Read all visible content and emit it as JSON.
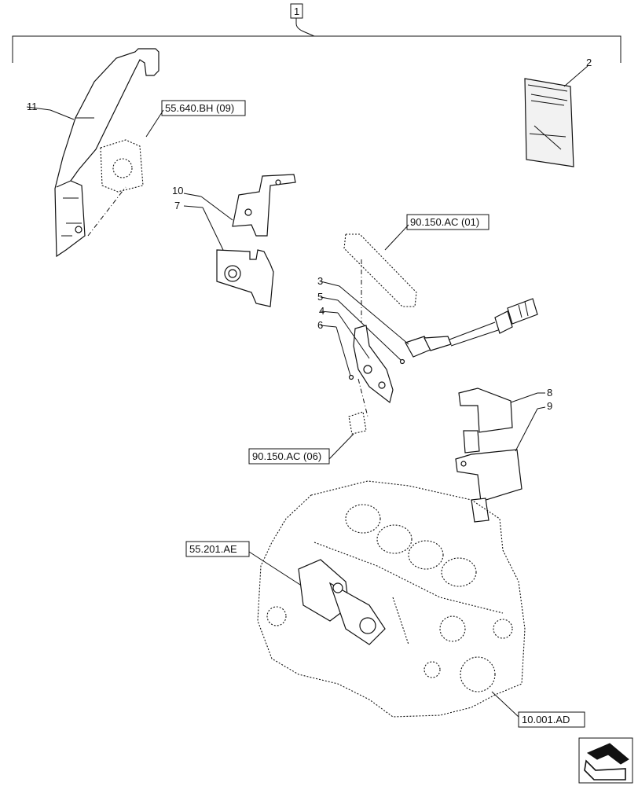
{
  "group_label": "1",
  "callouts": {
    "c2": "2",
    "c3": "3",
    "c4": "4",
    "c5": "5",
    "c6": "6",
    "c7": "7",
    "c8": "8",
    "c9": "9",
    "c10": "10",
    "c11": "11"
  },
  "references": {
    "r_55640bh": "55.640.BH (09)",
    "r_90150ac01": "90.150.AC (01)",
    "r_90150ac06": "90.150.AC (06)",
    "r_55201ae": "55.201.AE",
    "r_10001ad": "10.001.AD"
  },
  "icons": {
    "nav": "page-arrow-icon"
  }
}
